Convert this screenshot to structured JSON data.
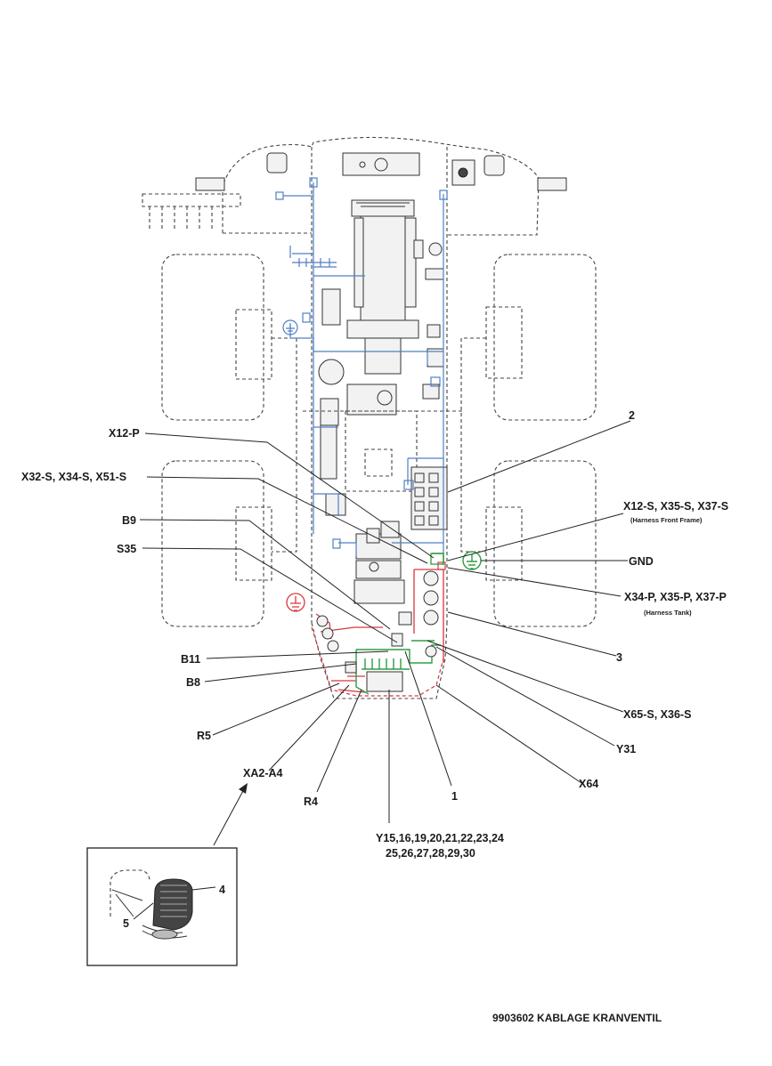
{
  "labels": {
    "x12p": "X12-P",
    "x32s": "X32-S, X34-S, X51-S",
    "b9": "B9",
    "s35": "S35",
    "b11": "B11",
    "b8": "B8",
    "r5": "R5",
    "xa2a4": "XA2-A4",
    "r4": "R4",
    "n1": "1",
    "n2": "2",
    "n3": "3",
    "n4": "4",
    "n5": "5",
    "y15_line1": "Y15,16,19,20,21,22,23,24",
    "y15_line2": "25,26,27,28,29,30",
    "x64": "X64",
    "y31": "Y31",
    "x65s": "X65-S, X36-S",
    "x34p": "X34-P, X35-P, X37-P",
    "x34p_sub": "(Harness Tank)",
    "gnd": "GND",
    "x12s": "X12-S, X35-S, X37-S",
    "x12s_sub": "(Harness Front Frame)"
  },
  "caption": "9903602 KABLAGE KRANVENTIL",
  "colors": {
    "harness_blue": "#4f7fc4",
    "harness_red": "#d9363e",
    "harness_green": "#2e9e45",
    "outline": "#444444"
  },
  "icons": [
    "ground-symbol-red",
    "ground-symbol-blue",
    "ground-symbol-green",
    "arrow-up-icon"
  ]
}
